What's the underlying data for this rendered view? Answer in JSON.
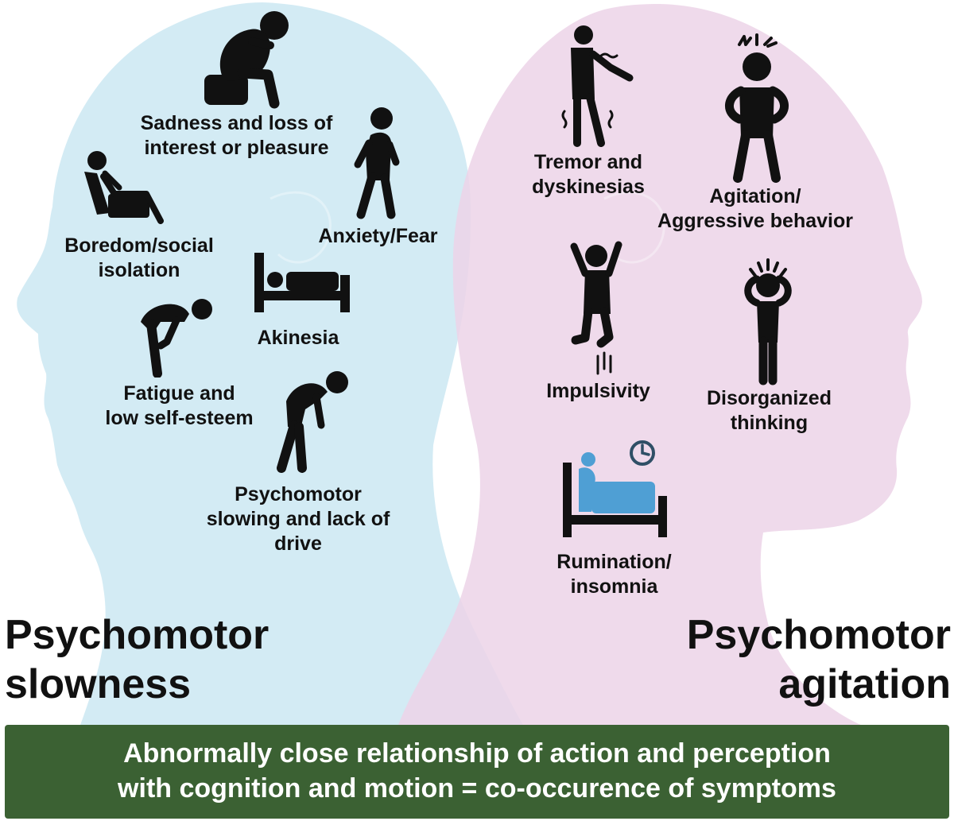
{
  "left_group": {
    "title": "Psychomotor\nslowness",
    "items": [
      {
        "label": "Sadness and loss of\ninterest or pleasure"
      },
      {
        "label": "Anxiety/Fear"
      },
      {
        "label": "Boredom/social\nisolation"
      },
      {
        "label": "Akinesia"
      },
      {
        "label": "Fatigue and\nlow self-esteem"
      },
      {
        "label": "Psychomotor\nslowing and lack of\ndrive"
      }
    ]
  },
  "right_group": {
    "title": "Psychomotor\nagitation",
    "items": [
      {
        "label": "Tremor and\ndyskinesias"
      },
      {
        "label": "Agitation/\nAggressive behavior"
      },
      {
        "label": "Impulsivity"
      },
      {
        "label": "Disorganized\nthinking"
      },
      {
        "label": "Rumination/\ninsomnia"
      }
    ]
  },
  "banner": {
    "text": "Abnormally close relationship of action and perception\nwith cognition and motion = co-occurence of symptoms"
  },
  "colors": {
    "left_head": "#cfe9f3",
    "right_head": "#ecd3e8",
    "banner": "#3b6133",
    "icon": "#111111",
    "accent_blue": "#4f9fd4",
    "clock": "#2f4f66"
  }
}
